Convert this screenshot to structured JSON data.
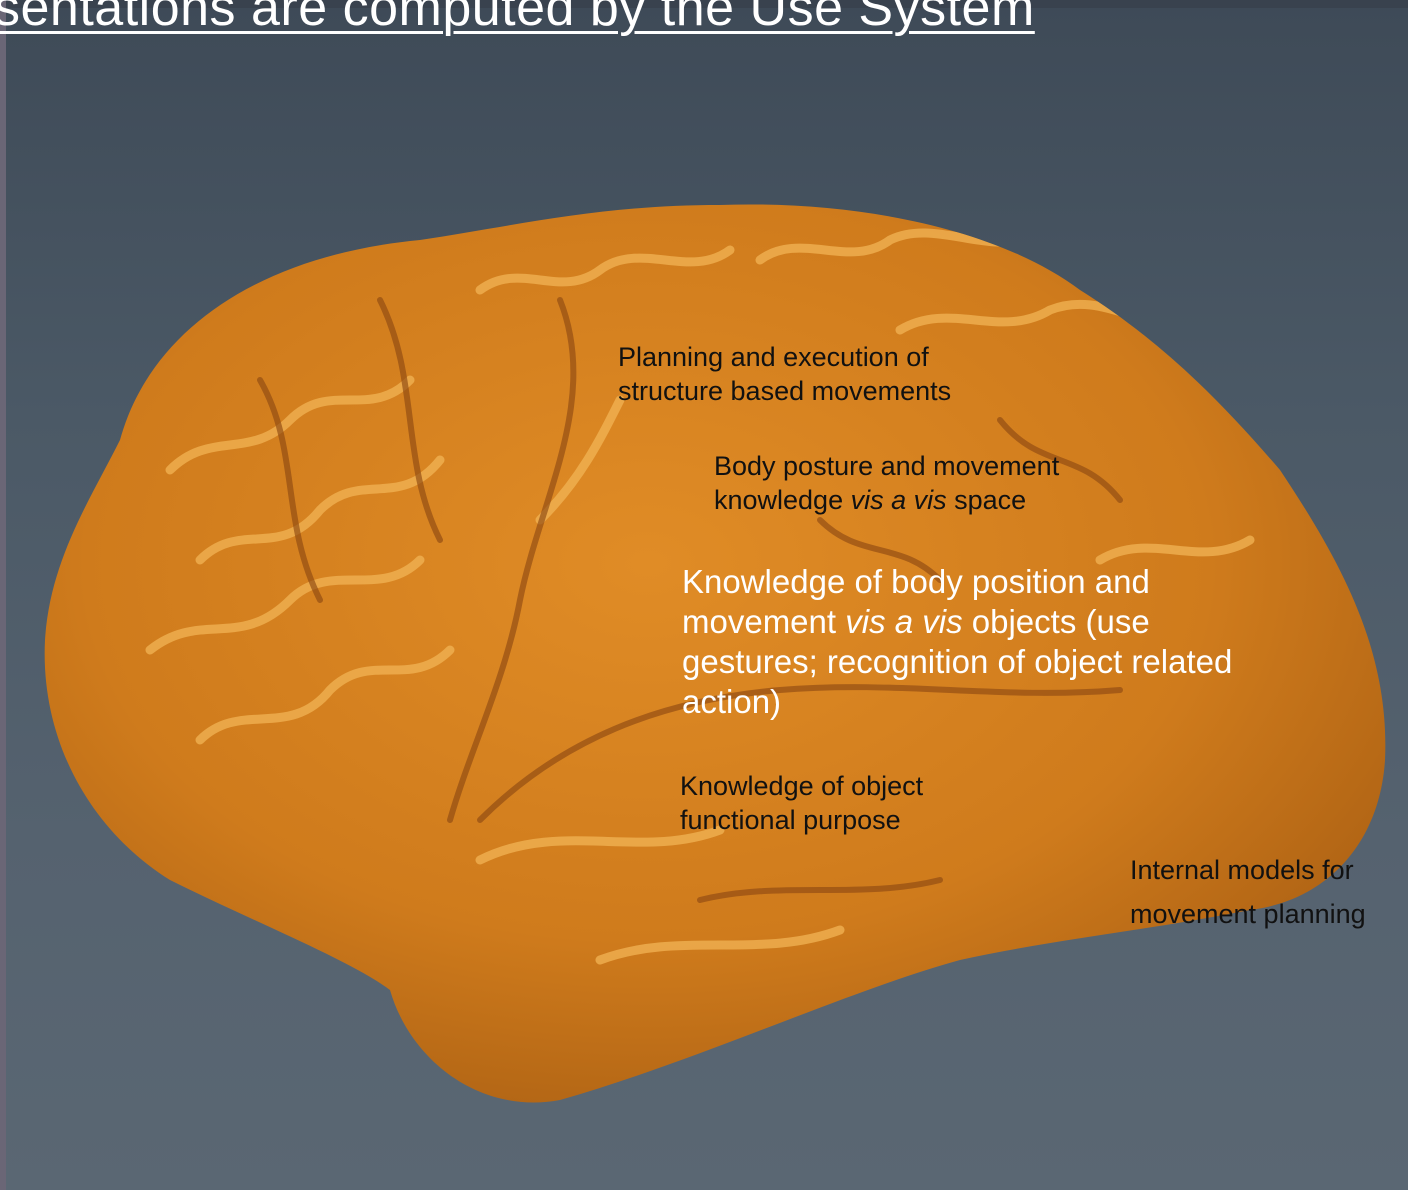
{
  "slide": {
    "title": "sentations are computed by the Use System",
    "labels": {
      "planning": {
        "line1": "Planning and execution of",
        "line2": "structure based movements"
      },
      "posture": {
        "line1": "Body posture and movement",
        "line2_pre": "knowledge ",
        "line2_em": "vis a vis",
        "line2_post": " space"
      },
      "knowledge_body": {
        "line1": "Knowledge of body position and",
        "line2_pre": "movement ",
        "line2_em": "vis a vis",
        "line2_post": " objects (use",
        "line3": "gestures; recognition of object related",
        "line4": "action)"
      },
      "object_purpose": {
        "line1": "Knowledge of object",
        "line2": "functional purpose"
      },
      "internal_models": {
        "line1": "Internal models for",
        "line2": "movement planning"
      }
    },
    "colors": {
      "background": "#4b5966",
      "brain": "#d3801e",
      "brain_highlight": "#f2b455",
      "title_text": "#ffffff",
      "label_text": "#111111"
    }
  }
}
